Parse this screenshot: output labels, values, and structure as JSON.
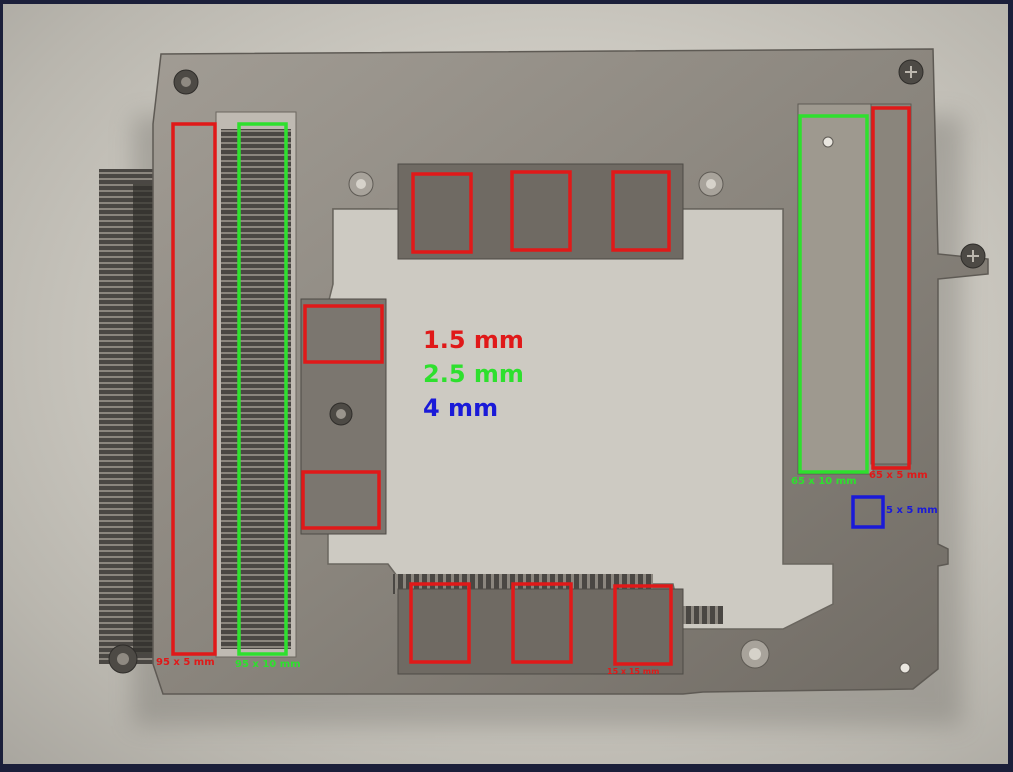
{
  "legend": {
    "thin": "1.5 mm",
    "medium": "2.5 mm",
    "thick": "4 mm"
  },
  "labels": {
    "left_red": "95 x 5 mm",
    "left_green": "95 x 10 mm",
    "right_green": "65 x 10 mm",
    "right_red": "65 x 5 mm",
    "small_blue": "5 x 5 mm",
    "bottom_pad": "15 x 15 mm"
  },
  "colors": {
    "thin": "#e01919",
    "medium": "#2ee02e",
    "thick": "#1a1ad8",
    "metal": "#8d8880",
    "metal_dark": "#5e5a54",
    "background": "#cfccc4"
  },
  "icons": [
    "screw-icon",
    "heatsink-fin-icon"
  ]
}
